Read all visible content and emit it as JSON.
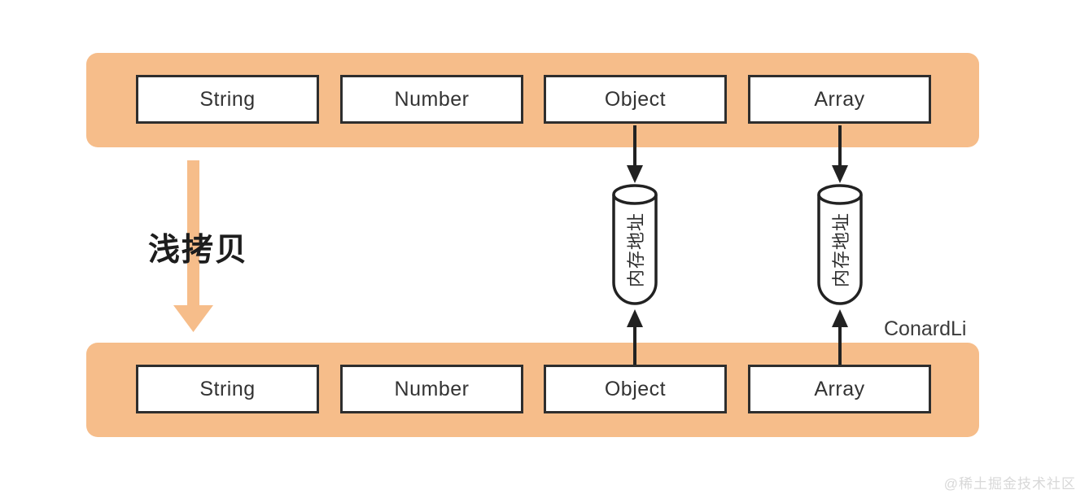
{
  "labels": {
    "shallow_copy": "浅拷贝",
    "memory_address": "内存地址",
    "credit": "ConardLi",
    "watermark": "@稀土掘金技术社区"
  },
  "top_row": {
    "items": [
      "String",
      "Number",
      "Object",
      "Array"
    ]
  },
  "bottom_row": {
    "items": [
      "String",
      "Number",
      "Object",
      "Array"
    ]
  },
  "colors": {
    "bar_orange": "#F6BD8A",
    "arrow_orange": "#F6BD8A",
    "box_border": "#2E2E2E",
    "box_fill": "#FFFFFF",
    "text_dark": "#333333",
    "connector_black": "#222222",
    "watermark_gray": "#D8D8D8"
  }
}
